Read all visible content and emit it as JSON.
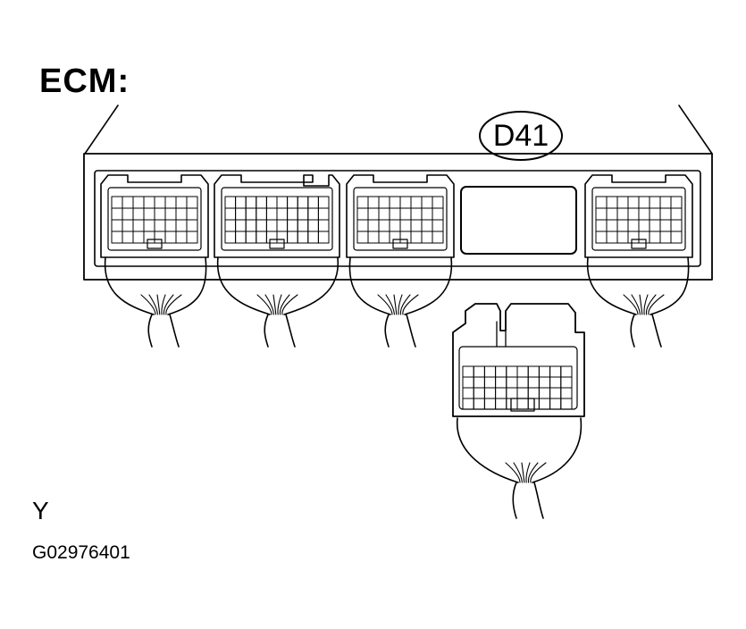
{
  "figure": {
    "title": "ECM:",
    "connector_id": "D41",
    "view_label": "Y",
    "figure_code": "G02976401"
  }
}
